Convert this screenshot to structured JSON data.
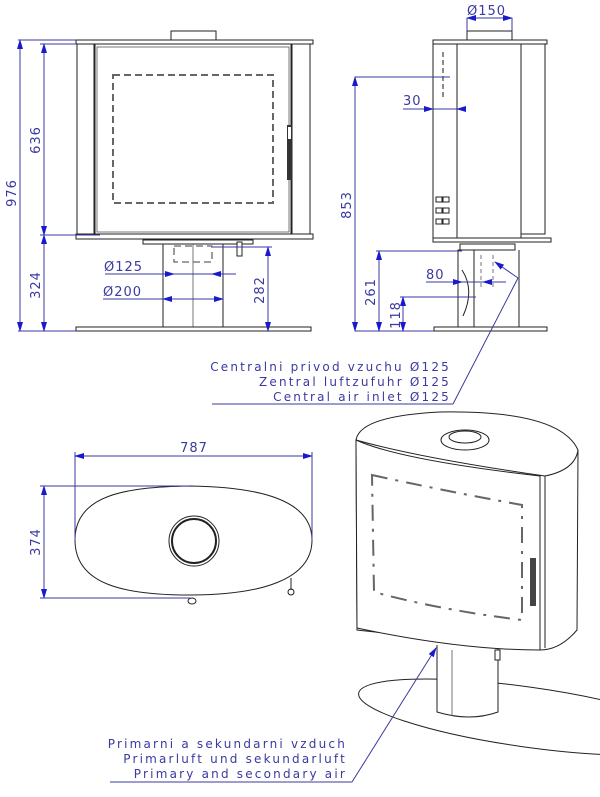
{
  "title": "Stove dimension drawing",
  "colors": {
    "dimension": "#3a3aa0",
    "arrow": "#1a1acc",
    "outline": "#222222",
    "hidden": "#666666"
  },
  "front_view": {
    "dimensions": {
      "total_height": "976",
      "body_height": "636",
      "pedestal_height": "324",
      "air_inlet_height": "282",
      "inner_pipe_diameter": "Ø125",
      "pedestal_diameter": "Ø200"
    }
  },
  "side_view": {
    "dimensions": {
      "flue_diameter": "Ø150",
      "flue_offset": "30",
      "flue_height": "853",
      "air_offset": "80",
      "inlet_height": "261",
      "lower_inlet_height": "118"
    }
  },
  "top_view": {
    "dimensions": {
      "width": "787",
      "depth": "374"
    }
  },
  "notes": {
    "central_air": [
      "Centralni privod vzuchu Ø125",
      "Zentral luftzufuhr Ø125",
      "Central air inlet Ø125"
    ],
    "primary_air": [
      "Primarni a sekundarni vzduch",
      "Primarluft und sekundarluft",
      "Primary and secondary air"
    ]
  }
}
